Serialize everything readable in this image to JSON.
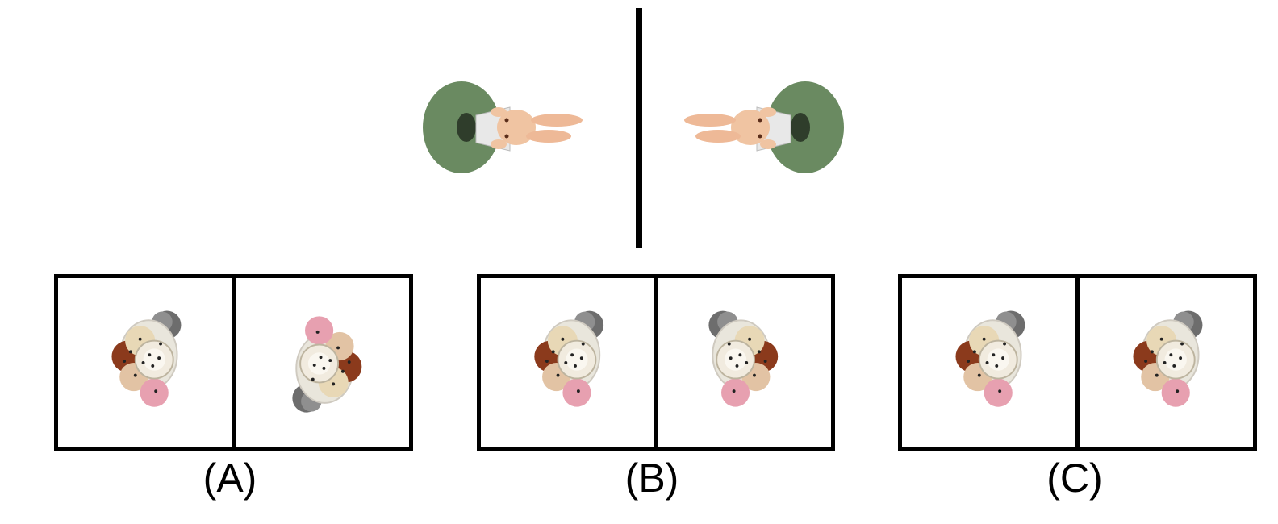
{
  "example_pair": {
    "left_object": "bunny-on-green-base",
    "right_object": "bunny-on-green-base-mirrored",
    "divider": "mirror-line"
  },
  "options": [
    {
      "label": "(A)",
      "left_object": "ice-cream-cup",
      "right_object": "ice-cream-cup-rotated"
    },
    {
      "label": "(B)",
      "left_object": "ice-cream-cup",
      "right_object": "ice-cream-cup-mirrored"
    },
    {
      "label": "(C)",
      "left_object": "ice-cream-cup",
      "right_object": "ice-cream-cup"
    }
  ],
  "colors": {
    "base_green": "#6a8a61",
    "bunny_skin": "#f0c4a2",
    "cup_cream": "#e9e6dc",
    "scoop_brown": "#8b3a1c",
    "scoop_pink": "#e7a0b0",
    "handle_gray": "#6d6d6d"
  }
}
